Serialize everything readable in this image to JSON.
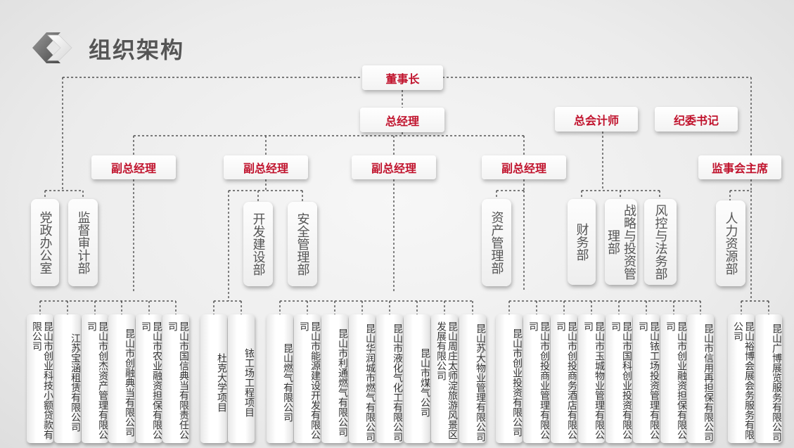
{
  "header": {
    "title": "组织架构",
    "logo_icon": "diamond-chevron-icon"
  },
  "colors": {
    "accent": "#c0122c",
    "text": "#555555",
    "line": "#333333"
  },
  "leadership": {
    "chairman": "董事长",
    "general_manager": "总经理",
    "chief_accountant": "总会计师",
    "discipline_secretary": "纪委书记",
    "vp1": "副总经理",
    "vp2": "副总经理",
    "vp3": "副总经理",
    "vp4": "副总经理",
    "supervisory_chair": "监事会主席"
  },
  "departments": {
    "d1": "党政办公室",
    "d2": "监督审计部",
    "d3": "开发建设部",
    "d4": "安全管理部",
    "d5": "资产管理部",
    "d6": "财务部",
    "d7": "战略与投资管理部",
    "d8": "风控与法务部",
    "d9": "人力资源部"
  },
  "companies": {
    "c1": "昆山市创业科技小额贷款有限公司",
    "c2": "江苏宝涵租赁有限公司",
    "c3": "昆山市创杰资产管理有限公司",
    "c4": "昆山市创融典当有限公司",
    "c5": "昆山市农业融资担保有限公司",
    "c6": "昆山市国信典当有限责任公司",
    "c7": "杜克大学项目",
    "c8": "铱工场工程项目",
    "c9": "昆山燃气有限公司",
    "c10": "昆山市能源建设开发有限公司",
    "c11": "昆山市利通燃气有限公司",
    "c12": "昆山华润城市燃气有限公司",
    "c13": "昆山市液化气化工有限公司",
    "c14": "昆山市煤气公司",
    "c15": "昆山周庄太师淀旅游风景区发展有限公司",
    "c16": "昆山苏大物业管理有限公司",
    "c17": "昆山市创业投资有限公司",
    "c18": "昆山市创投商业管理有限公司",
    "c19": "昆山市创投商务酒店有限公司",
    "c20": "昆山市玉城物业管理有限公司",
    "c21": "昆山市国科创业投资有限公司",
    "c22": "昆山铱工场投资管理有限公司",
    "c23": "昆山市创业融资担保有限公司",
    "c24": "昆山市信用再担保有限公司",
    "c25": "昆山裕博会展会务服务有限公司",
    "c26": "昆山广博展览服务有限公司"
  }
}
